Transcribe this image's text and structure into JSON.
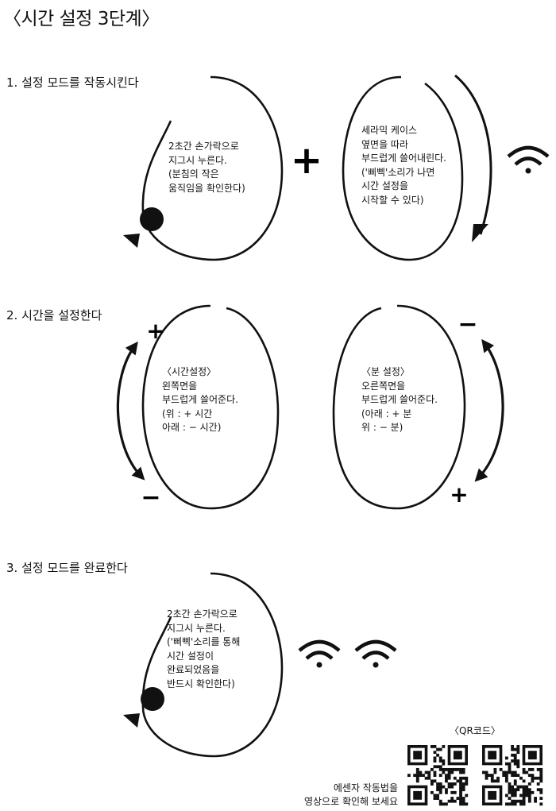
{
  "page": {
    "title": "〈시간 설정 3단계〉"
  },
  "steps": [
    {
      "heading": "1. 설정 모드를 작동시킨다",
      "left_text": "2초간 손가락으로\n지그시 누른다.\n(분침의 작은\n움직임을 확인한다)",
      "plus_sign": "+",
      "right_text": "세라믹 케이스\n옆면을 따라\n부드럽게 쓸어내린다.\n('삐삑'소리가 나면\n시간 설정을\n시작할 수 있다)"
    },
    {
      "heading": "2. 시간을 설정한다",
      "left_text": "〈시간설정〉\n왼쪽면을\n부드럽게 쓸어준다.\n(위 : + 시간\n 아래 : − 시간)",
      "left_top_sign": "+",
      "left_bottom_sign": "−",
      "right_text": "〈분 설정〉\n오른쪽면을\n부드럽게 쓸어준다.\n(아래 : + 분\n 위 : − 분)",
      "right_top_sign": "−",
      "right_bottom_sign": "+"
    },
    {
      "heading": "3. 설정 모드를 완료한다",
      "text": "2초간 손가락으로\n지그시 누른다.\n('삐삑'소리를 통해\n시간 설정이\n완료되었음을\n반드시 확인한다)"
    }
  ],
  "footer": {
    "qr_label": "〈QR코드〉",
    "video_caption": "에센자 작동법을\n영상으로 확인해 보세요"
  },
  "icons": {
    "dot": "press-dot-icon",
    "pointer": "pointer-triangle-icon",
    "sound": "sound-wave-icon",
    "swipe": "swipe-arrow-icon",
    "qr": "qr-code-icon"
  }
}
